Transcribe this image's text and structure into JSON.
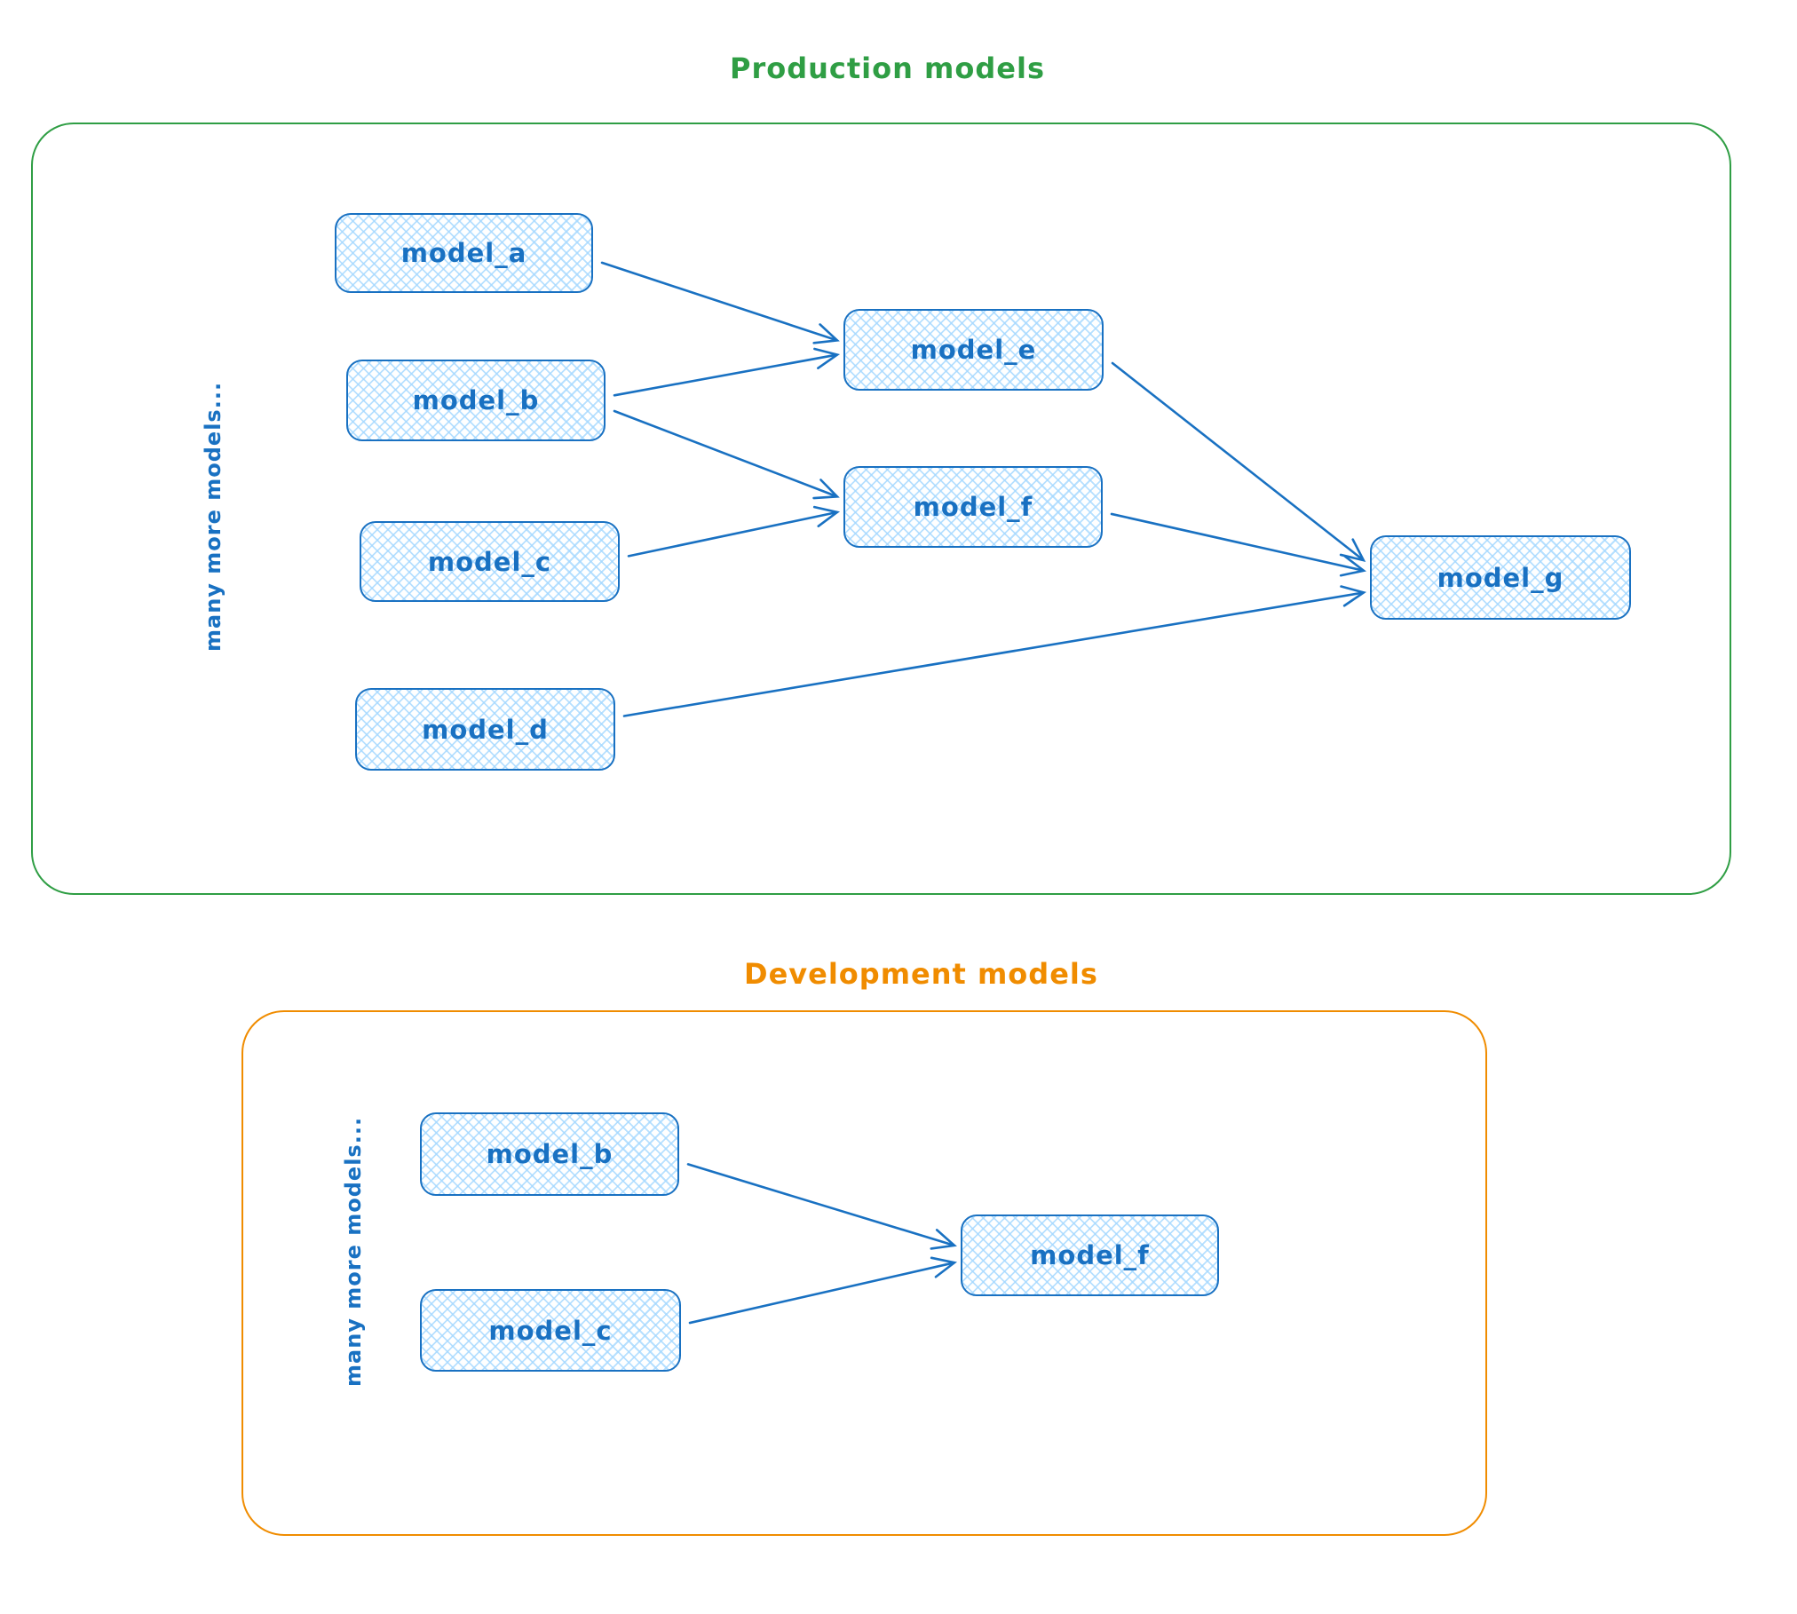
{
  "diagram": {
    "node_style": {
      "stroke_color": "#1971c2",
      "fill_color": "#a5d8ff",
      "fill_style": "cross-hatch"
    },
    "production": {
      "title": "Production models",
      "accent_color": "#2f9e44",
      "side_note": "many more models...",
      "nodes": [
        {
          "id": "prod_model_a",
          "label": "model_a"
        },
        {
          "id": "prod_model_b",
          "label": "model_b"
        },
        {
          "id": "prod_model_c",
          "label": "model_c"
        },
        {
          "id": "prod_model_d",
          "label": "model_d"
        },
        {
          "id": "prod_model_e",
          "label": "model_e"
        },
        {
          "id": "prod_model_f",
          "label": "model_f"
        },
        {
          "id": "prod_model_g",
          "label": "model_g"
        }
      ],
      "edges": [
        {
          "from": "prod_model_a",
          "to": "prod_model_e"
        },
        {
          "from": "prod_model_b",
          "to": "prod_model_e"
        },
        {
          "from": "prod_model_b",
          "to": "prod_model_f"
        },
        {
          "from": "prod_model_c",
          "to": "prod_model_f"
        },
        {
          "from": "prod_model_e",
          "to": "prod_model_g"
        },
        {
          "from": "prod_model_f",
          "to": "prod_model_g"
        },
        {
          "from": "prod_model_d",
          "to": "prod_model_g"
        }
      ]
    },
    "development": {
      "title": "Development models",
      "accent_color": "#f08c00",
      "side_note": "many more models...",
      "nodes": [
        {
          "id": "dev_model_b",
          "label": "model_b"
        },
        {
          "id": "dev_model_c",
          "label": "model_c"
        },
        {
          "id": "dev_model_f",
          "label": "model_f"
        }
      ],
      "edges": [
        {
          "from": "dev_model_b",
          "to": "dev_model_f"
        },
        {
          "from": "dev_model_c",
          "to": "dev_model_f"
        }
      ]
    }
  }
}
